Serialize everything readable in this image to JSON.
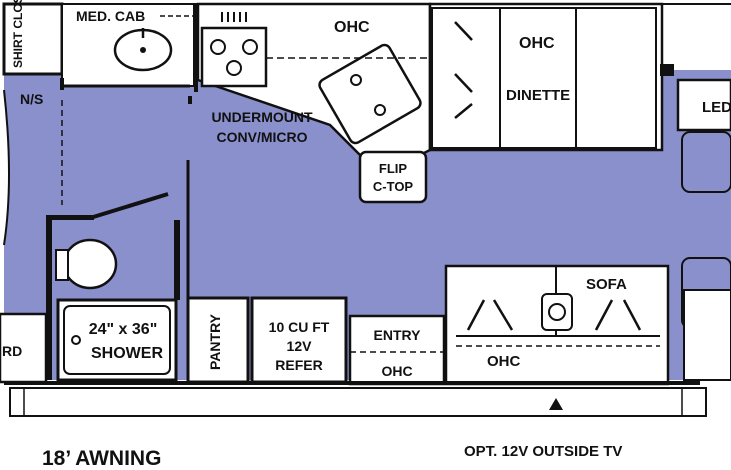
{
  "plan": {
    "colors": {
      "floor": "#8a90cc",
      "wall": "#111111",
      "fixture": "#ffffff",
      "background": "#ffffff"
    },
    "labels": {
      "shirt_closet": "SHIRT CLOSET",
      "med_cab": "MED. CAB",
      "ns": "N/S",
      "ohc_kitchen": "OHC",
      "ohc_dinette": "OHC",
      "dinette": "DINETTE",
      "undermount": "UNDERMOUNT",
      "conv_micro": "CONV/MICRO",
      "flip_line1": "FLIP",
      "flip_line2": "C-TOP",
      "led": "LED",
      "shower_line1": "24\" x 36\"",
      "shower_line2": "SHOWER",
      "pantry": "PANTRY",
      "refer_line1": "10 CU FT",
      "refer_line2": "12V",
      "refer_line3": "REFER",
      "entry": "ENTRY",
      "ohc_entry": "OHC",
      "sofa": "SOFA",
      "ohc_sofa": "OHC",
      "rd": "RD",
      "awning": "18’ AWNING",
      "outside_tv": "OPT. 12V OUTSIDE TV"
    }
  }
}
